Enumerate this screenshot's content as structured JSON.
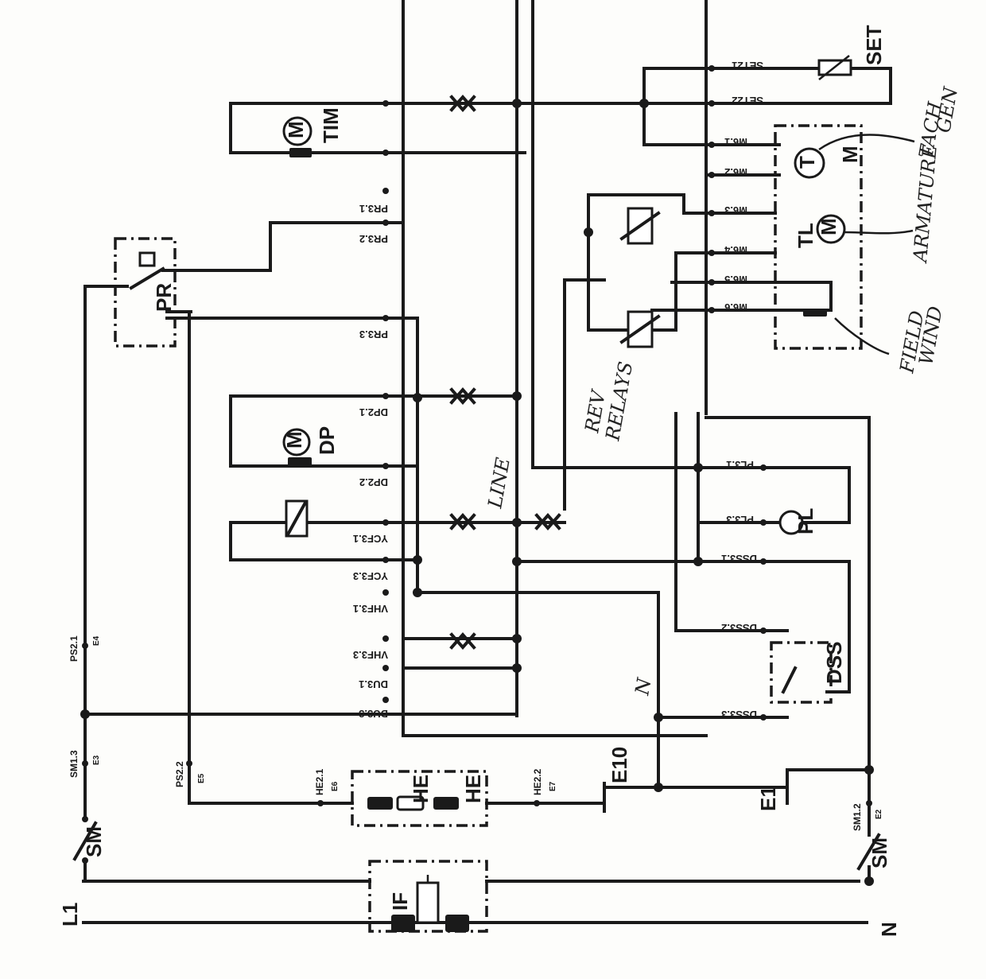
{
  "diagram": {
    "rails": {
      "left": "L1",
      "right": "N"
    },
    "components": {
      "tim": "TIM",
      "motor_glyph": "M",
      "dp": "DP",
      "pr": "PR",
      "set": "SET",
      "tach_m": "M",
      "tach_t": "T",
      "tl": "TL",
      "pl": "PL",
      "dss": "DSS",
      "he": "HE",
      "e10": "E10",
      "e1": "E1",
      "sm": "SM",
      "if": "IF"
    },
    "terminals": {
      "set21": "SET21",
      "set22": "SET22",
      "m61": "M6.1",
      "m62": "M6.2",
      "m63": "M6.3",
      "m64": "M6.4",
      "m65": "M6.5",
      "m66": "M6.6",
      "pr31": "PR3.1",
      "pr32": "PR3.2",
      "pr33": "PR3.3",
      "dp21": "DP2.1",
      "dp22": "DP2.2",
      "ycf31": "YCF3.1",
      "ycf33": "YCF3.3",
      "vhf31": "VHF3.1",
      "vhf33": "VHF3.3",
      "du31": "DU3.1",
      "du33": "DU3.3",
      "pl31": "PL3.1",
      "pl33": "PL3.3",
      "dss31": "DSS3.1",
      "dss32": "DSS3.2",
      "dss33": "DSS3.3",
      "ps21": "PS2.1",
      "e4": "E4",
      "sm13": "SM1.3",
      "e3": "E3",
      "ps22": "PS2.2",
      "e5": "E5",
      "he21": "HE2.1",
      "e6": "E6",
      "he22": "HE2.2",
      "e7": "E7",
      "sm12": "SM1.2",
      "e2": "E2"
    },
    "handwritten": {
      "tach_gen": [
        "TACH",
        "GEN"
      ],
      "armature": "ARMATURE",
      "field_wind": [
        "FIELD",
        "WIND"
      ],
      "rev_relays": [
        "REV",
        "RELAYS"
      ],
      "line": "LINE",
      "neutral": "N"
    }
  }
}
